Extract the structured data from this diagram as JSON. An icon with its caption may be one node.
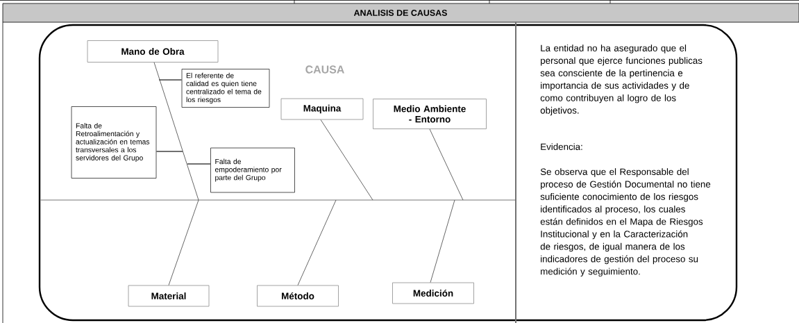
{
  "diagram": {
    "title": "ANALISIS DE CAUSAS",
    "nodes": [
      {
        "text": [
          "Mano de Obra"
        ]
      },
      {
        "text": [
          "El referente de calidad es quien tiene centralizado el tema de los riesgos"
        ]
      },
      {
        "text": [
          "Falta de Retroalimentación y actualización en temas transversales a los servidores del Grupo"
        ]
      },
      {
        "text": [
          "Falta de empoderamiento por parte del Grupo"
        ]
      },
      {
        "text": [
          "Maquina"
        ]
      },
      {
        "text": [
          "Medio Ambiente - Entorno"
        ]
      },
      {
        "text": [
          "Material"
        ]
      },
      {
        "text": [
          "Método"
        ]
      },
      {
        "text": [
          "Medición"
        ]
      }
    ],
    "edges": [
      {
        "from": 0,
        "to": null,
        "arrow": "none"
      },
      {
        "from": 1,
        "to": null,
        "arrow": "none"
      },
      {
        "from": 2,
        "to": null,
        "arrow": "none"
      },
      {
        "from": 3,
        "to": null,
        "arrow": "none"
      },
      {
        "from": 4,
        "to": null,
        "arrow": "none"
      },
      {
        "from": 5,
        "to": null,
        "arrow": "none"
      },
      {
        "from": 6,
        "to": null,
        "arrow": "none"
      },
      {
        "from": 7,
        "to": null,
        "arrow": "none"
      },
      {
        "from": 8,
        "to": null,
        "arrow": "none"
      }
    ],
    "labels": [
      "CAUSA",
      "La entidad no ha asegurado que el personal que ejerce funciones publicas sea consciente de la pertinencia e importancia de sus actividades y de como contribuyen al logro de los objetivos.",
      "Evidencia:",
      "Se observa que el Responsable del proceso de Gestión Documental no tiene suficiente conocimiento de los riesgos identificados al proceso, los cuales están definidos en el Mapa de Riesgos Institucional y en la Caracterización de riesgos, de igual manera de los indicadores de gestión del proceso su medición y seguimiento."
    ]
  }
}
